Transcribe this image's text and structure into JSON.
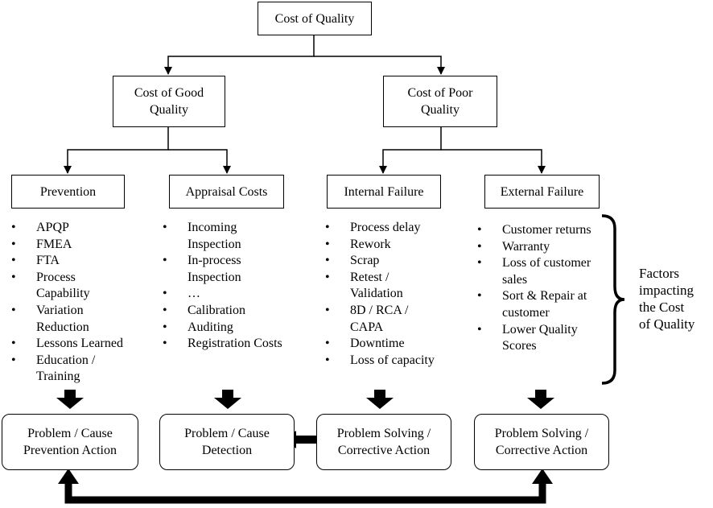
{
  "top": "Cost of Quality",
  "good": "Cost of Good\nQuality",
  "poor": "Cost of Poor\nQuality",
  "categories": [
    "Prevention",
    "Appraisal Costs",
    "Internal Failure",
    "External Failure"
  ],
  "lists": {
    "prevention": [
      "APQP",
      "FMEA",
      "FTA",
      "Process\nCapability",
      "Variation\nReduction",
      "Lessons Learned",
      "Education /\nTraining"
    ],
    "appraisal": [
      "Incoming\nInspection",
      "In-process\nInspection",
      "…",
      "Calibration",
      "Auditing",
      "Registration Costs"
    ],
    "internal": [
      "Process delay",
      "Rework",
      "Scrap",
      "Retest /\nValidation",
      "8D / RCA /\nCAPA",
      "Downtime",
      "Loss of capacity"
    ],
    "external": [
      "Customer returns",
      "Warranty",
      "Loss of customer\nsales",
      "Sort & Repair at\ncustomer",
      "Lower Quality\nScores"
    ]
  },
  "side_label": "Factors\nimpacting\nthe Cost\nof Quality",
  "actions": [
    "Problem / Cause\nPrevention Action",
    "Problem / Cause\nDetection",
    "Problem Solving /\nCorrective Action",
    "Problem Solving /\nCorrective Action"
  ]
}
